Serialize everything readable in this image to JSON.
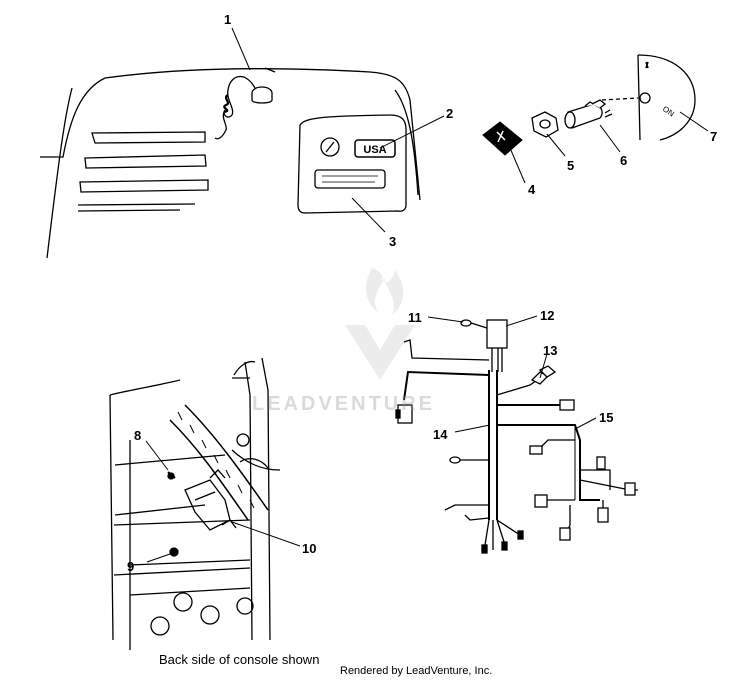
{
  "callouts": [
    {
      "id": "1",
      "text": "1"
    },
    {
      "id": "2",
      "text": "2"
    },
    {
      "id": "3",
      "text": "3"
    },
    {
      "id": "4",
      "text": "4"
    },
    {
      "id": "5",
      "text": "5"
    },
    {
      "id": "6",
      "text": "6"
    },
    {
      "id": "7",
      "text": "7"
    },
    {
      "id": "8",
      "text": "8"
    },
    {
      "id": "9",
      "text": "9"
    },
    {
      "id": "10",
      "text": "10"
    },
    {
      "id": "11",
      "text": "11"
    },
    {
      "id": "12",
      "text": "12"
    },
    {
      "id": "13",
      "text": "13"
    },
    {
      "id": "14",
      "text": "14"
    },
    {
      "id": "15",
      "text": "15"
    }
  ],
  "plate_text": "USA",
  "caption": "Back side of console shown",
  "credit": "Rendered by LeadVenture, Inc.",
  "watermark": "LEADVENTURE",
  "colors": {
    "line": "#000000",
    "watermark": "#9a9a9a"
  }
}
